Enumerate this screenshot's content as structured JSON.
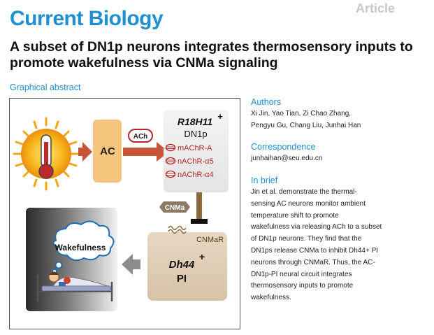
{
  "header": {
    "journal": "Current Biology",
    "article_type": "Article",
    "title": "A subset of DN1p neurons integrates thermosensory inputs to promote wakefulness via CNMa signaling"
  },
  "graphical_abstract": {
    "label": "Graphical abstract",
    "ac_label": "AC",
    "ach_label": "ACh",
    "dn1p_gene": "R18H11",
    "dn1p_gene_sup": "+",
    "dn1p_label": "DN1p",
    "receptors": [
      "mAChR-A",
      "nAChR-α5",
      "nAChR-α4"
    ],
    "cnma_label": "CNMa",
    "cnmar_label": "CNMaR",
    "pi_gene": "Dh44",
    "pi_gene_sup": "+",
    "pi_label": "PI",
    "wake_label": "Wakefulness",
    "colors": {
      "arrow": "#c8553a",
      "ac_fill": "#f5c57e",
      "receptor_red": "#b4282a",
      "pi_fill": "#ddcbb3",
      "cnma_fill": "#8a7a66"
    }
  },
  "sidebar": {
    "authors_heading": "Authors",
    "authors_line1": "Xi Jin, Yao Tian, Zi Chao Zhang,",
    "authors_line2": "Pengyu Gu, Chang Liu, Junhai Han",
    "correspondence_heading": "Correspondence",
    "email": "junhaihan@seu.edu.cn",
    "brief_heading": "In brief",
    "brief_lines": [
      "Jin et al. demonstrate the thermal-",
      "sensing AC neurons monitor ambient",
      "temperature shift to promote",
      "wakefulness via releasing ACh to a subset",
      "of DN1p neurons. They find that the",
      "DN1ps release CNMa to inhibit Dh44+ PI",
      "neurons through CNMaR. Thus, the AC-",
      "DN1p-PI neural circuit integrates",
      "thermosensory inputs to promote",
      "wakefulness."
    ]
  }
}
